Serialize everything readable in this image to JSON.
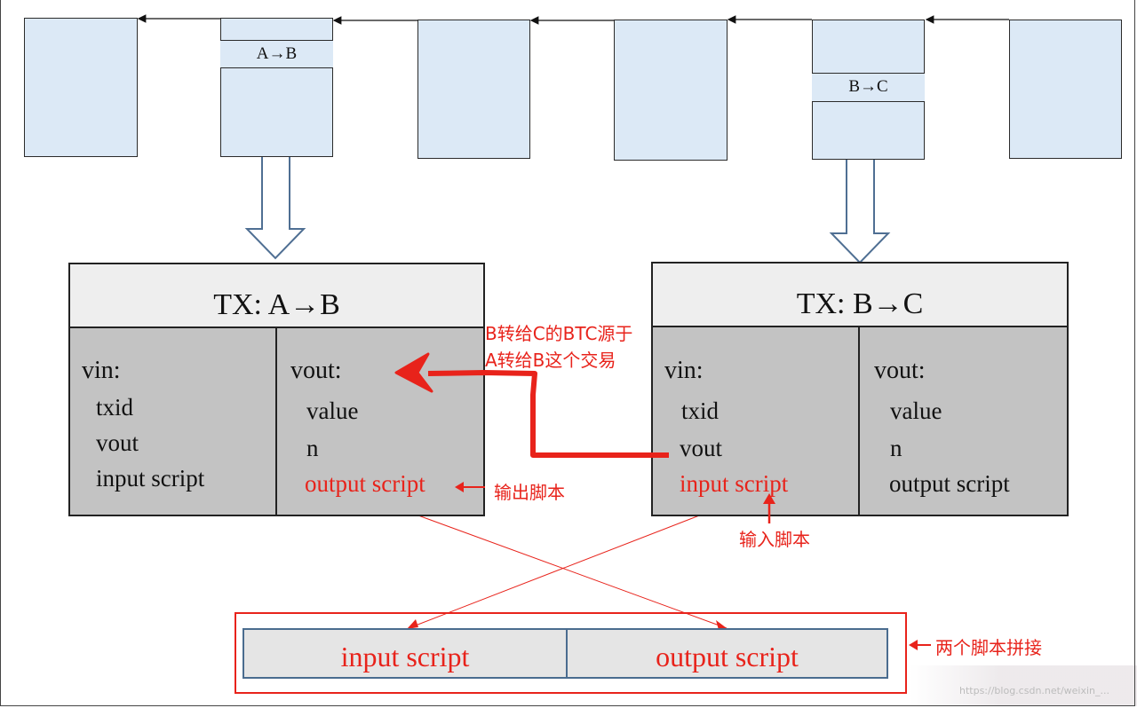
{
  "colors": {
    "block_fill": "#dce9f6",
    "tx_header_fill": "#eeeeee",
    "tx_body_fill": "#c3c3c3",
    "annotation_red": "#e8231b",
    "combo_border_blue": "#4a6c8f"
  },
  "chain": {
    "block_a_to_b_label": "A→B",
    "block_b_to_c_label": "B→C"
  },
  "tx_ab": {
    "title": "TX: A→B",
    "vin_title": "vin:",
    "vin_fields": [
      "txid",
      "vout",
      "input script"
    ],
    "vout_title": "vout:",
    "vout_fields": [
      "value",
      "n"
    ],
    "vout_output_script": "output script"
  },
  "tx_bc": {
    "title": "TX: B→C",
    "vin_title": "vin:",
    "vin_fields": [
      "txid",
      "vout"
    ],
    "vin_input_script": "input script",
    "vout_title": "vout:",
    "vout_fields": [
      "value",
      "n",
      "output script"
    ]
  },
  "annotations": {
    "source_note_line1": "B转给C的BTC源于",
    "source_note_line2": "A转给B这个交易",
    "output_script_note": "输出脚本",
    "input_script_note": "输入脚本",
    "concat_note": "两个脚本拼接"
  },
  "combined": {
    "left": "input script",
    "right": "output script"
  },
  "watermark": "https://blog.csdn.net/weixin_..."
}
